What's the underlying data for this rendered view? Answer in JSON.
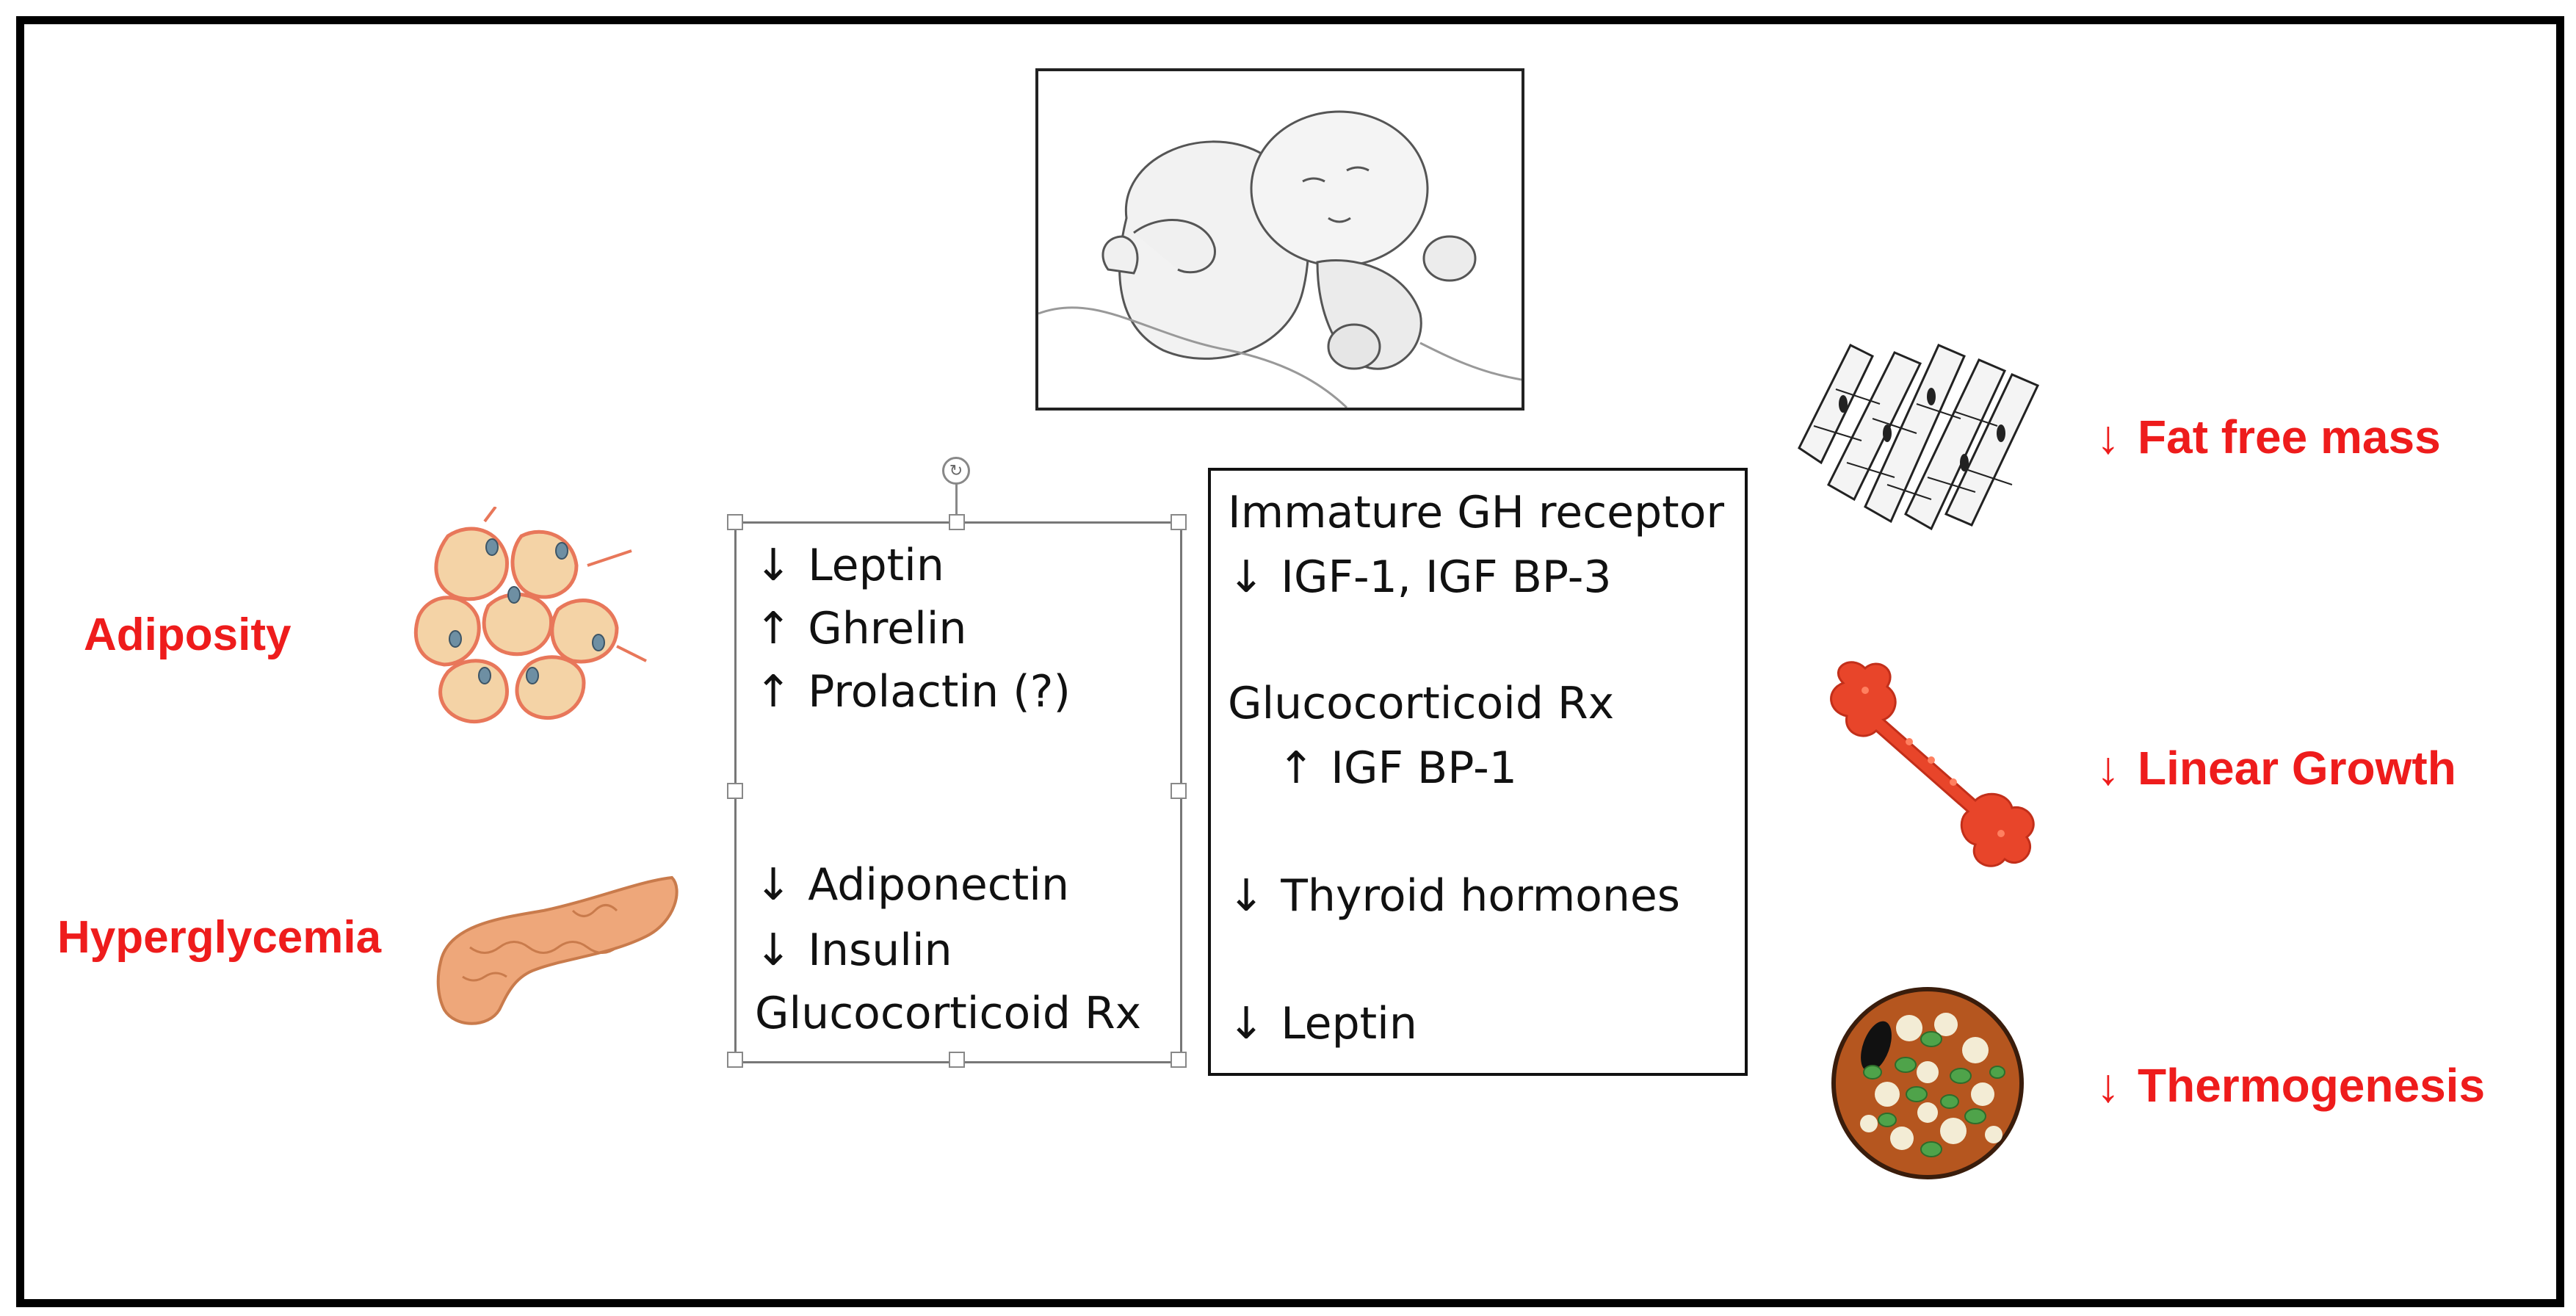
{
  "left_conditions": {
    "adiposity": "Adiposity",
    "hyperglycemia": "Hyperglycemia"
  },
  "box1": {
    "line1": {
      "arrow": "↓",
      "text": "Leptin"
    },
    "line2": {
      "arrow": "↑",
      "text": "Ghrelin"
    },
    "line3": {
      "arrow": "↑",
      "text": "Prolactin (?)"
    },
    "line4": {
      "arrow": "↓",
      "text": "Adiponectin"
    },
    "line5": {
      "arrow": "↓",
      "text": "Insulin"
    },
    "line6": "Glucocorticoid Rx"
  },
  "box2": {
    "line1": "Immature GH receptor",
    "line2": {
      "arrow": "↓",
      "text": "IGF-1, IGF BP-3"
    },
    "line3": "Glucocorticoid Rx",
    "line4": {
      "arrow": "↑",
      "text": "IGF BP-1"
    },
    "line5": {
      "arrow": "↓",
      "text": "Thyroid hormones"
    },
    "line6": {
      "arrow": "↓",
      "text": "Leptin"
    }
  },
  "outcomes": {
    "fat_free_mass": {
      "arrow": "↓",
      "text": "Fat free mass"
    },
    "linear_growth": {
      "arrow": "↓",
      "text": "Linear Growth"
    },
    "thermogenesis": {
      "arrow": "↓",
      "text": "Thermogenesis"
    }
  },
  "colors": {
    "accent_red": "#ee1c1c",
    "fat_cell": "#f4d3a6",
    "fat_outline": "#e8775a",
    "bone": "#e8452a",
    "brown_fat": "#b5561f"
  },
  "icons": [
    "infant-illustration",
    "fat-cells-icon",
    "pancreas-icon",
    "muscle-fibers-icon",
    "bone-icon",
    "brown-adipocyte-icon"
  ]
}
